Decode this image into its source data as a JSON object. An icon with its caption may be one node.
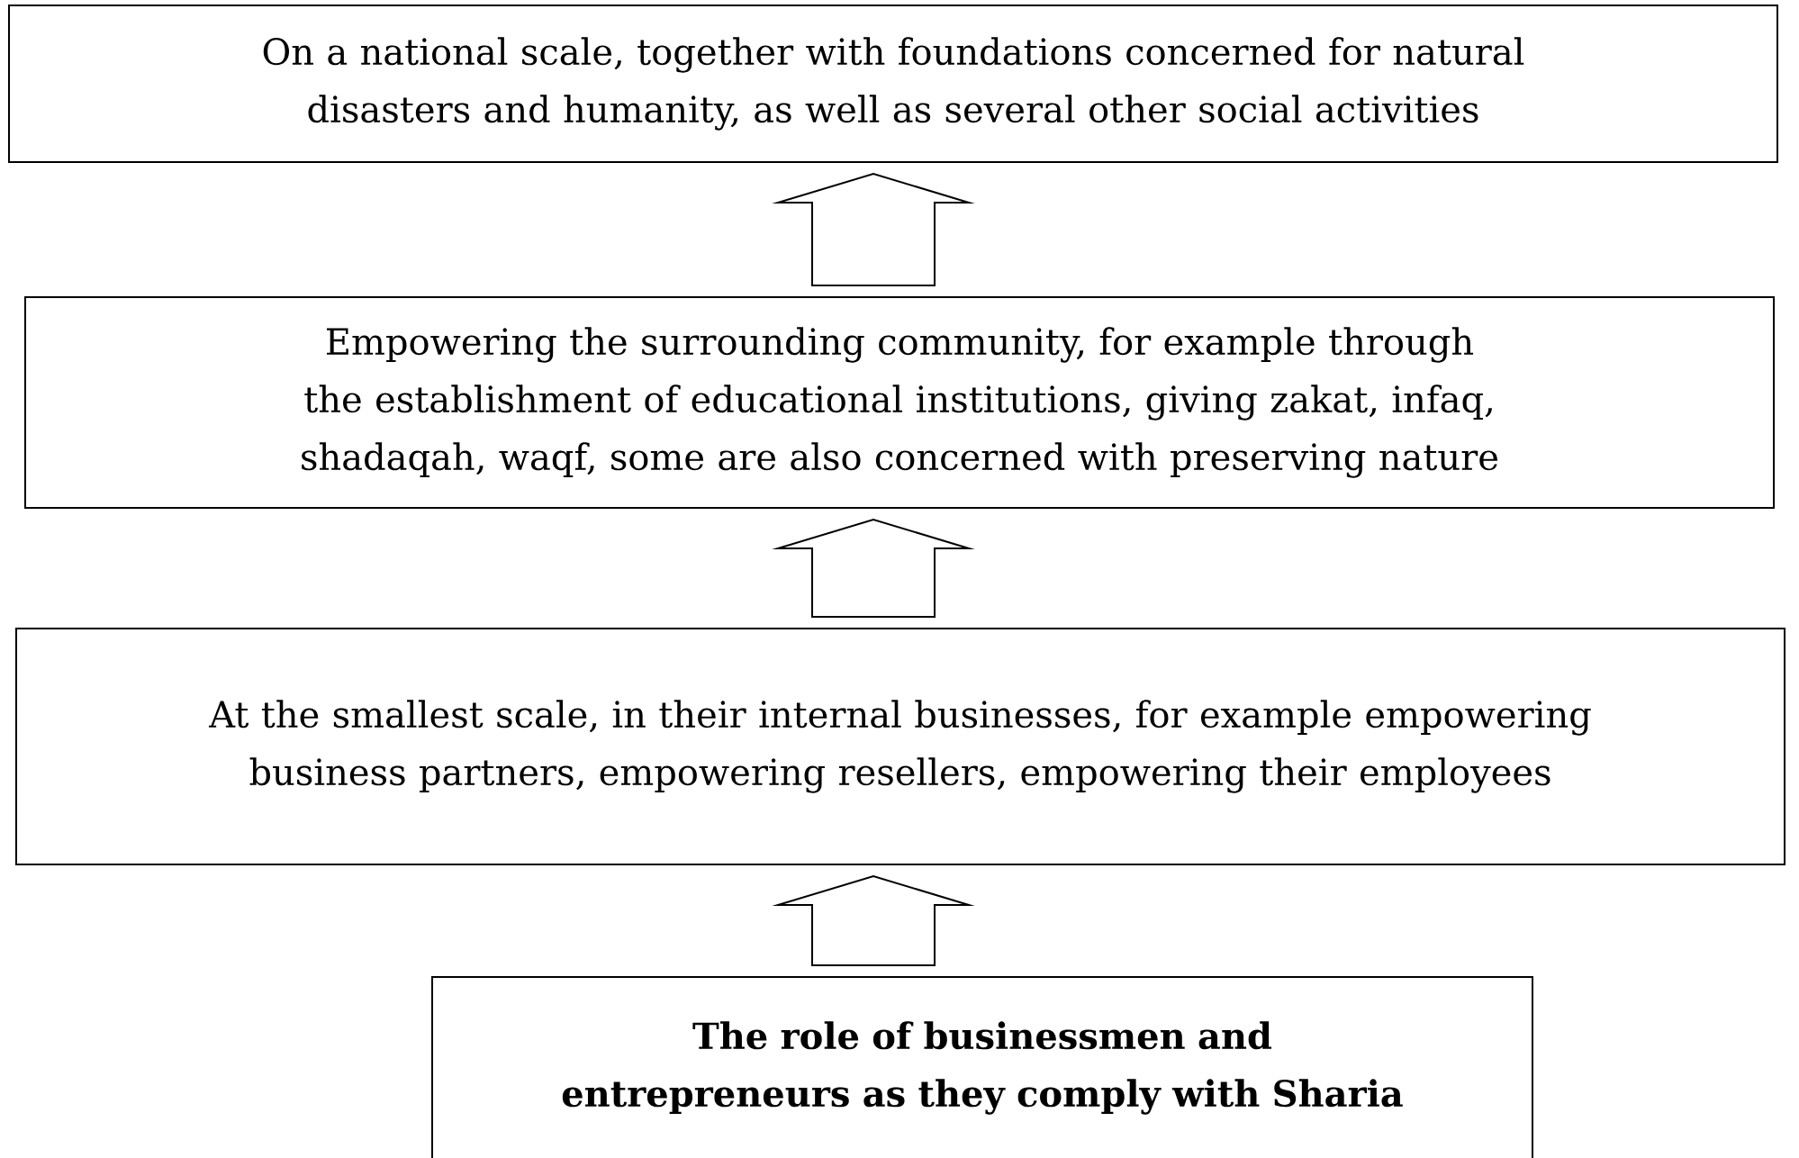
{
  "diagram": {
    "nodes": [
      {
        "text": [
          "On a national scale, together with foundations concerned for natural disasters and humanity, as well as several other social activities"
        ]
      },
      {
        "text": [
          "Empowering the surrounding community, for example through the establishment of educational institutions, giving zakat, infaq, shadaqah, waqf, some are also concerned with preserving nature"
        ]
      },
      {
        "text": [
          "At the smallest scale, in their internal businesses, for example empowering business partners, empowering resellers, empowering their employees"
        ]
      },
      {
        "text": [
          "The role of businessmen and entrepreneurs as they comply with Sharia"
        ]
      }
    ],
    "edges": [
      {
        "from": 3,
        "to": 2,
        "arrow": "to"
      },
      {
        "from": 2,
        "to": 1,
        "arrow": "to"
      },
      {
        "from": 1,
        "to": 0,
        "arrow": "to"
      }
    ]
  }
}
